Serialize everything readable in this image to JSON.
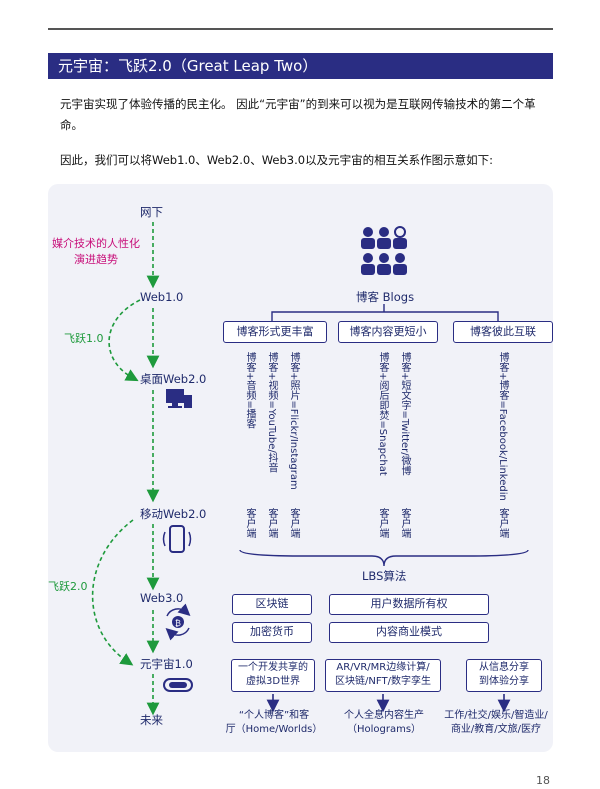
{
  "section_title": "元宇宙：飞跃2.0（Great Leap Two）",
  "paragraph1": "元宇宙实现了体验传播的民主化。 因此“元宇宙”的到来可以视为是互联网传输技术的第二个革命。",
  "paragraph2": "因此，我们可以将Web1.0、Web2.0、Web3.0以及元宇宙的相互关系作图示意如下:",
  "timeline": {
    "offline": "网下",
    "trend_label": "媒介技术的人性化演进趋势",
    "web1": "Web1.0",
    "leap1": "飞跃1.0",
    "desktop_web2": "桌面Web2.0",
    "mobile_web2": "移动Web2.0",
    "leap2": "飞跃2.0",
    "web3": "Web3.0",
    "metaverse": "元宇宙1.0",
    "future": "未来"
  },
  "blogs_title": "博客 Blogs",
  "blog_categories": [
    "博客形式更丰富",
    "博客内容更短小",
    "博客彼此互联"
  ],
  "blog_items": [
    {
      "text": "博客+音频=播客",
      "client": "客户端"
    },
    {
      "text": "博客+视频=YouTube/抖音",
      "client": "客户端"
    },
    {
      "text": "博客+照片=Flickr/Instagram",
      "client": "客户端"
    },
    {
      "text": "博客+阅后即焚=Snapchat",
      "client": "客户端"
    },
    {
      "text": "博客+短文字=Twitter/微博",
      "client": "客户端"
    },
    {
      "text": "博客+博客=Facebook/Linkedin",
      "client": "客户端"
    }
  ],
  "lbs": "LBS算法",
  "web3_boxes": [
    "区块链",
    "用户数据所有权",
    "加密货币",
    "内容商业模式"
  ],
  "meta_boxes": [
    {
      "line1": "一个开发共享的",
      "line2": "虚拟3D世界"
    },
    {
      "line1": "AR/VR/MR边缘计算/",
      "line2": "区块链/NFT/数字孪生"
    },
    {
      "line1": "从信息分享",
      "line2": "到体验分享"
    }
  ],
  "future_items": [
    {
      "line1": "“个人博客”和客",
      "line2": "厅（Home/Worlds）"
    },
    {
      "line1": "个人全息内容生产",
      "line2": "（Holograms）"
    },
    {
      "line1": "工作/社交/娱乐/智造业/",
      "line2": "商业/教育/文旅/医疗"
    }
  ],
  "page_number": "18",
  "colors": {
    "navy": "#2a2d83",
    "green": "#1e9a3c",
    "magenta": "#c8107a",
    "panel": "#f1f2f8"
  },
  "icons": [
    "people-icon",
    "desktop-icon",
    "phone-icon",
    "bitcoin-cycle-icon",
    "vr-headset-icon"
  ]
}
